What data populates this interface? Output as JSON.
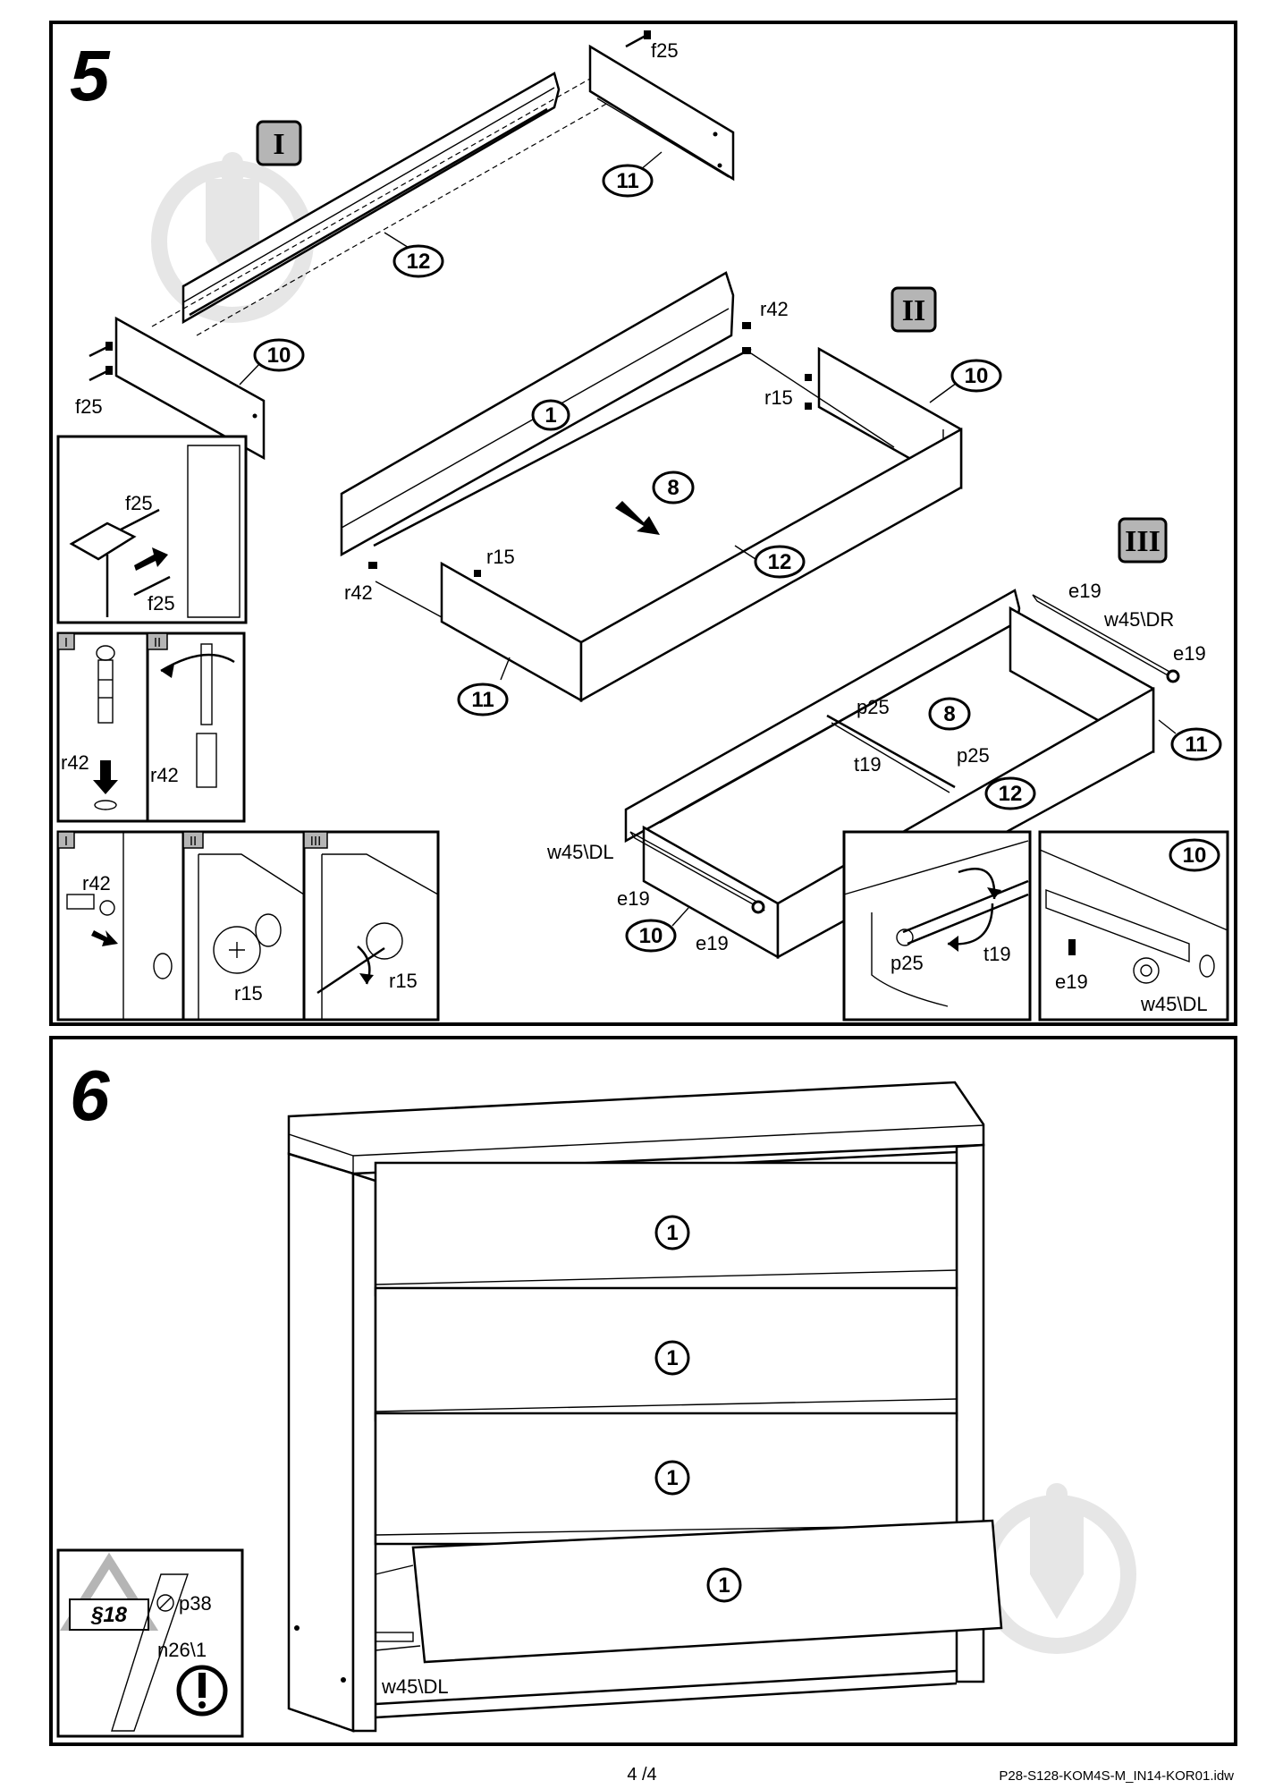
{
  "step5": {
    "number": "5",
    "stage_I": "I",
    "stage_II": "II",
    "stage_III": "III",
    "parts": {
      "p12a": "12",
      "p11a": "11",
      "p10a": "10",
      "p1": "1",
      "p8a": "8",
      "p12b": "12",
      "p11b": "11",
      "p10b": "10",
      "p8b": "8",
      "p12c": "12",
      "p11c": "11",
      "p10c": "10",
      "p10d": "10"
    },
    "fittings": {
      "f25_top": "f25",
      "f25_left": "f25",
      "r42_top": "r42",
      "r15_top": "r15",
      "r42_bottom": "r42",
      "r15_mid": "r15",
      "e19_top": "e19",
      "w45dr": "w45\\DR",
      "e19_right": "e19",
      "p25_a": "p25",
      "t19": "t19",
      "p25_b": "p25",
      "w45dl": "w45\\DL",
      "e19_left": "e19",
      "e19_bottom": "e19"
    },
    "insets": {
      "f25_a": "f25",
      "f25_b": "f25",
      "r42_panel_I": "r42",
      "r42_panel_II": "r42",
      "panel_I": "I",
      "panel_II": "II",
      "cam_I": "I",
      "cam_II": "II",
      "cam_III": "III",
      "cam_r42": "r42",
      "cam_r15_II": "r15",
      "cam_r15_III": "r15",
      "runner_p25": "p25",
      "runner_t19": "t19",
      "runner_10": "10",
      "runner_e19": "e19",
      "runner_w45dl": "w45\\DL"
    }
  },
  "step6": {
    "number": "6",
    "drawers": [
      "1",
      "1",
      "1",
      "1"
    ],
    "w45dl": "w45\\DL",
    "warning": {
      "code": "§18",
      "p38": "p38",
      "n26": "n26\\1"
    }
  },
  "footer": {
    "page": "4 /4",
    "file": "P28-S128-KOM4S-M_IN14-KOR01.idw"
  },
  "colors": {
    "stage_badge": "#b5b5b5",
    "watermark": "#e6e6e6"
  }
}
